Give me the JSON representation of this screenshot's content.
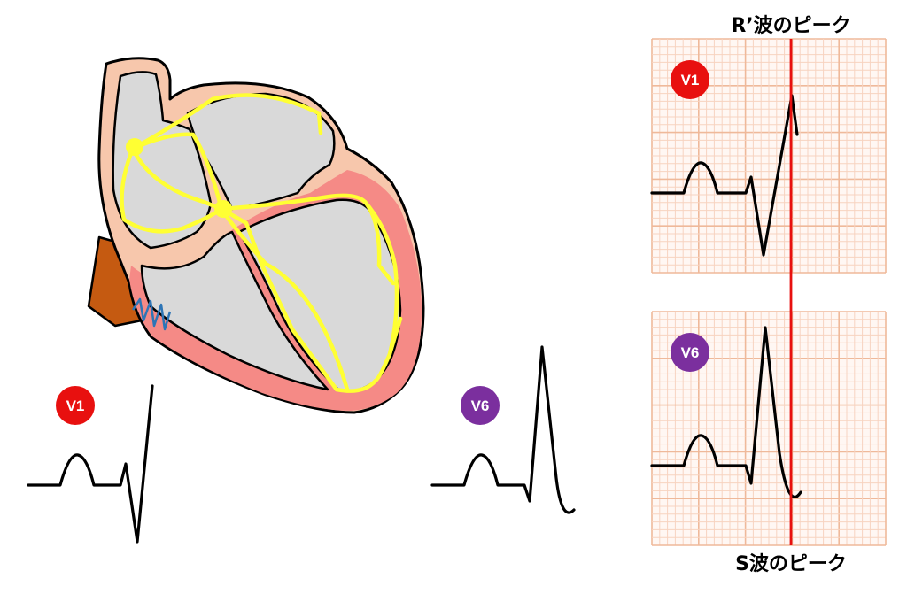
{
  "labels": {
    "top_title": "R’波のピーク",
    "bottom_title": "S波のピーク",
    "v1_left": "V1",
    "v6_mid": "V6",
    "v1_grid": "V1",
    "v6_grid": "V6"
  },
  "colors": {
    "v1_badge": "#e8100f",
    "v6_badge": "#7b2f9e",
    "marker_line": "#e8100f",
    "heart_outline": "#000000",
    "heart_chamber": "#d9d9d9",
    "heart_wall_atrium": "#f7c7ac",
    "heart_wall_ventricle": "#f58a86",
    "conduction": "#ffff33",
    "vena_cava": "#c55a11",
    "fibrillation": "#2e75b6",
    "grid_background": "#fff7f3"
  }
}
